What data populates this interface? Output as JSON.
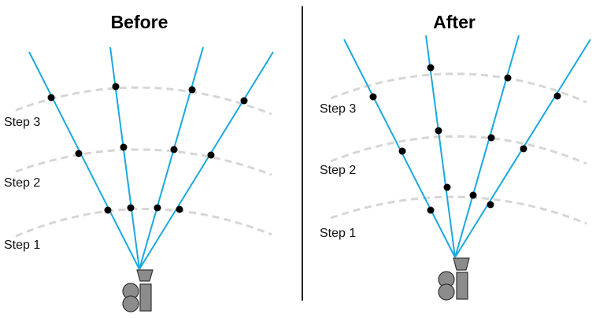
{
  "panels": [
    {
      "title": "Before",
      "step_labels": [
        "Step 1",
        "Step 2",
        "Step 3"
      ]
    },
    {
      "title": "After",
      "step_labels": [
        "Step 1",
        "Step 2",
        "Step 3"
      ]
    }
  ],
  "colors": {
    "ray": "#1aa9e0",
    "arc": "#d6d6d6",
    "dot": "#000000",
    "camera": "#8c8c8c",
    "divider": "#222222"
  },
  "icons": [
    "camera-icon"
  ]
}
